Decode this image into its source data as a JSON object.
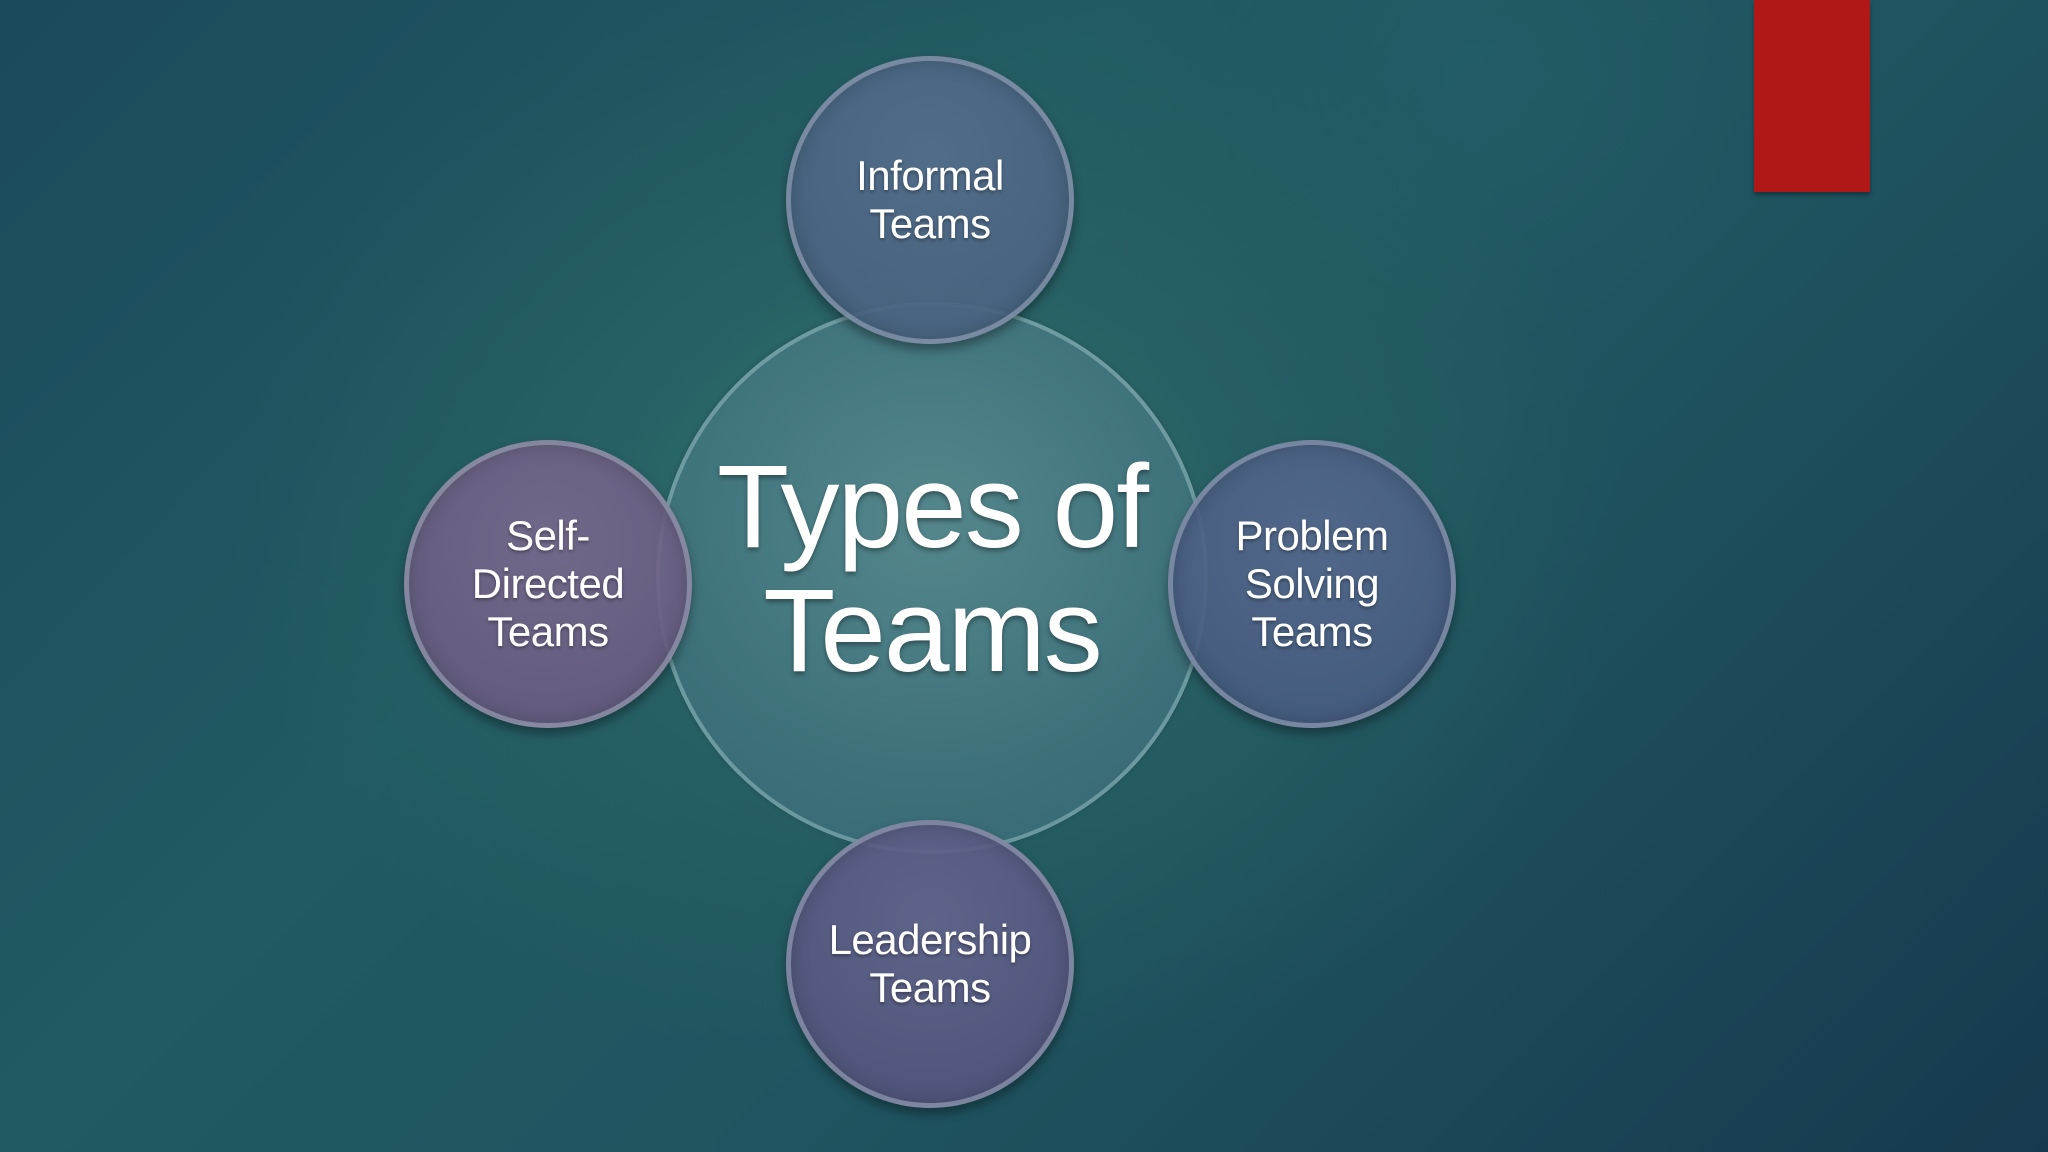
{
  "slide": {
    "accent_color": "#b01717",
    "center": {
      "title": "Types of\nTeams"
    },
    "satellites": {
      "top": "Informal\nTeams",
      "right": "Problem\nSolving\nTeams",
      "bottom": "Leadership\nTeams",
      "left": "Self-\nDirected\nTeams"
    }
  }
}
